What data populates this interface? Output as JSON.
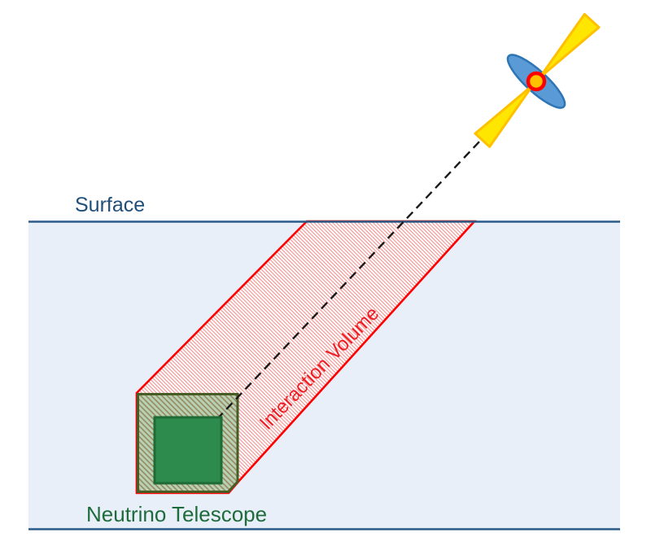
{
  "diagram": {
    "title_hint": "Neutrino telescope interaction volume schematic",
    "labels": {
      "surface": "Surface",
      "interaction_volume": "Interaction Volume",
      "neutrino_telescope": "Neutrino Telescope"
    },
    "colors": {
      "water_fill": "#e9eff9",
      "boundary_line": "#2a5a88",
      "surface_text": "#1f4e79",
      "volume_outline": "#fe0000",
      "volume_hatch": "#f2918f",
      "volume_hatch_bg": "#ffffff",
      "volume_label_text": "#ee1c23",
      "telescope_outer_fill": "#b7d1b4",
      "telescope_hatch": "#97885e",
      "telescope_outer_border": "#475d25",
      "telescope_inner_fill": "#2e8b4e",
      "telescope_inner_border": "#1e6b35",
      "telescope_text": "#1e6b3c",
      "dashed_path": "#1a1a1a",
      "disk_fill": "#5b9bd5",
      "disk_border": "#2e75b6",
      "jet_fill": "#ffe600",
      "jet_border": "#ffc000",
      "core_fill": "#ffc000",
      "core_border": "#ff0000"
    }
  }
}
